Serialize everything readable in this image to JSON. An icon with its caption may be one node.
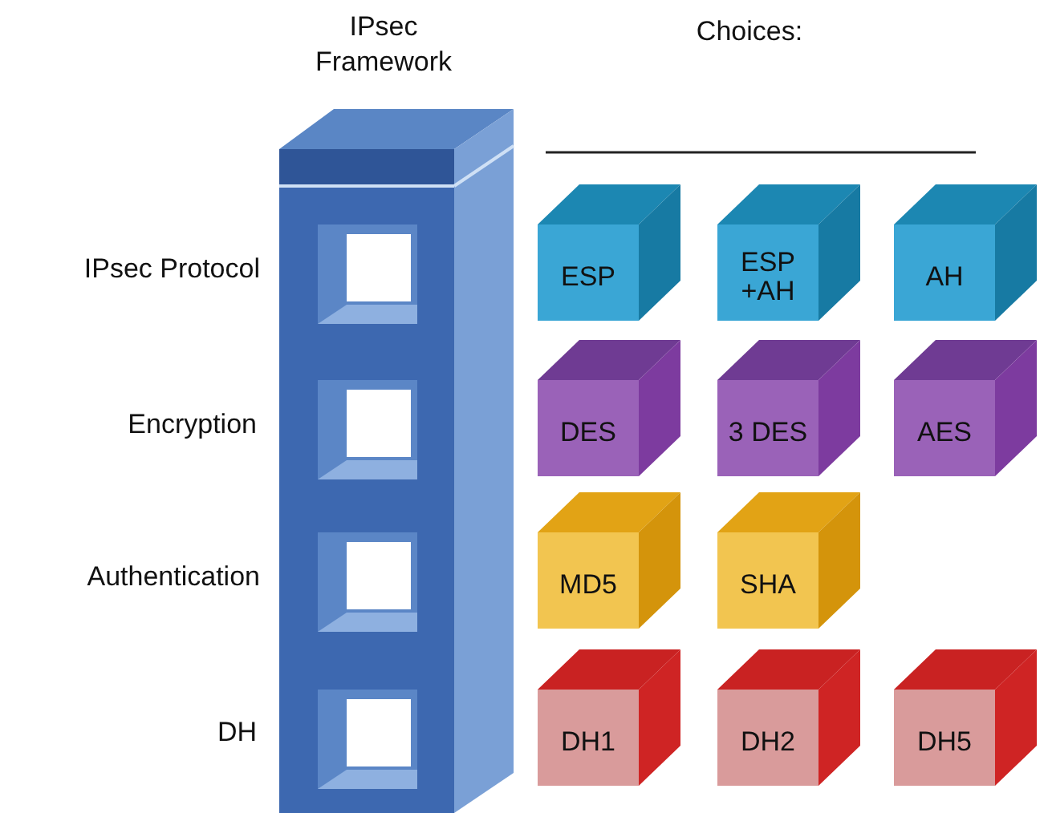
{
  "diagram": {
    "nodes": [
      {
        "text": [
          "IPsec Framework"
        ]
      },
      {
        "text": [
          "ESP"
        ]
      },
      {
        "text": [
          "ESP +AH"
        ]
      },
      {
        "text": [
          "AH"
        ]
      },
      {
        "text": [
          "DES"
        ]
      },
      {
        "text": [
          "3 DES"
        ]
      },
      {
        "text": [
          "AES"
        ]
      },
      {
        "text": [
          "MD5"
        ]
      },
      {
        "text": [
          "SHA"
        ]
      },
      {
        "text": [
          "DH1"
        ]
      },
      {
        "text": [
          "DH2"
        ]
      },
      {
        "text": [
          "DH5"
        ]
      }
    ],
    "edges": [],
    "labels": [
      "Choices:",
      "IPsec Protocol",
      "Encryption",
      "Authentication",
      "DH"
    ]
  }
}
